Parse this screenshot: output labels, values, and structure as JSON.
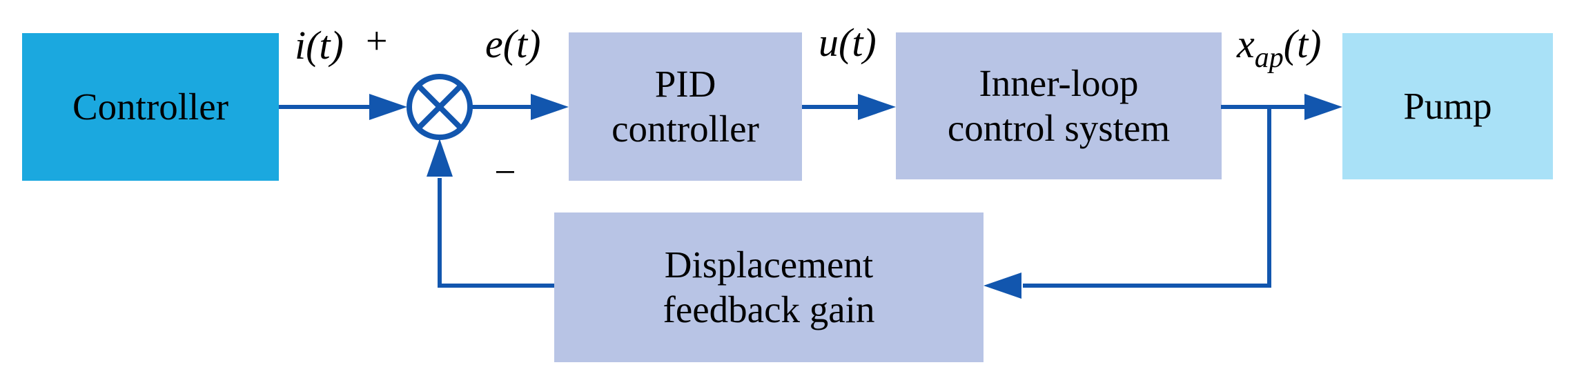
{
  "diagram": {
    "type": "control-system-block-diagram",
    "blocks": {
      "controller": {
        "label": "Controller"
      },
      "pid": {
        "line1": "PID",
        "line2": "controller"
      },
      "inner_loop": {
        "line1": "Inner-loop",
        "line2": "control system"
      },
      "pump": {
        "label": "Pump"
      },
      "feedback": {
        "line1": "Displacement",
        "line2": "feedback gain"
      }
    },
    "signals": {
      "input": "i(t)",
      "plus_sign": "+",
      "error": "e(t)",
      "minus_sign": "−",
      "control": "u(t)",
      "output_base": "x",
      "output_subscript": "ap",
      "output_paren": "(t)"
    },
    "colors": {
      "controller_fill": "#1ba8df",
      "process_fill": "#b8c4e5",
      "pump_fill": "#a9e1f7",
      "connector_blue": "#1256ae",
      "text": "#000000",
      "background": "#ffffff"
    },
    "flow": [
      "Controller -> (+) summing junction",
      "summing junction -> PID controller",
      "PID controller -> Inner-loop control system",
      "Inner-loop control system -> Pump",
      "branch of x_ap(t) -> Displacement feedback gain",
      "Displacement feedback gain -> (−) summing junction"
    ]
  }
}
